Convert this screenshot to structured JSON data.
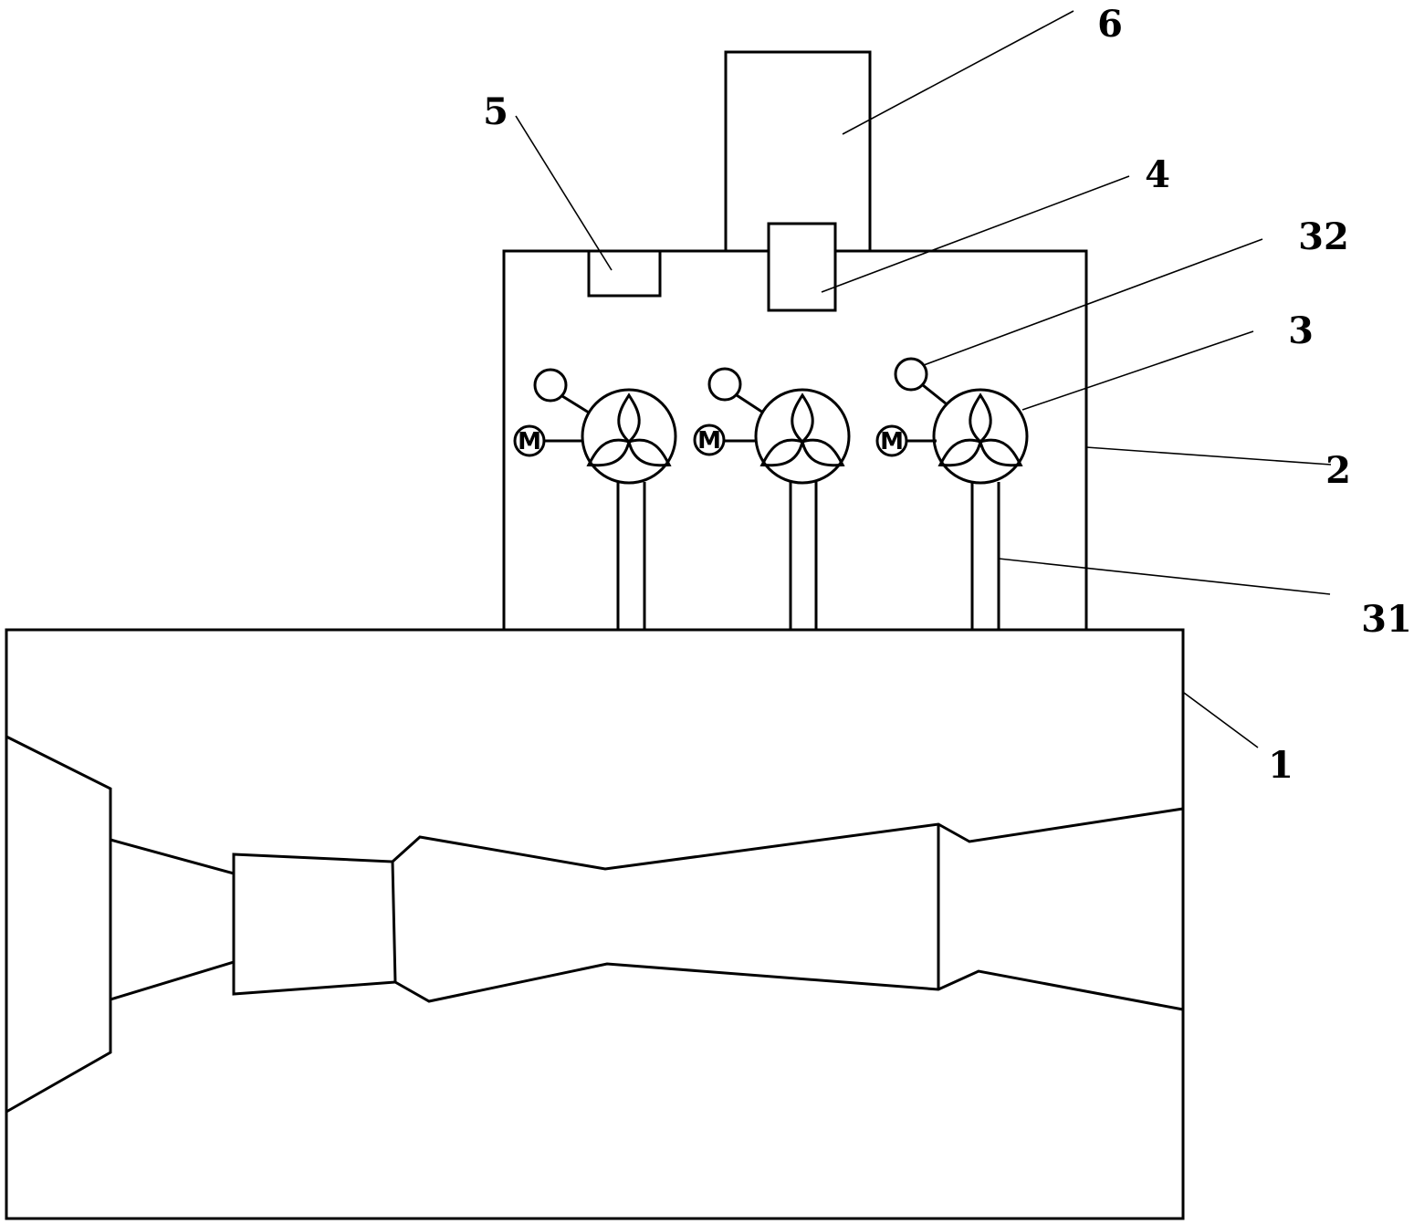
{
  "labels": {
    "l1": "1",
    "l2": "2",
    "l3": "3",
    "l4": "4",
    "l5": "5",
    "l6": "6",
    "l31": "31",
    "l32": "32"
  },
  "motor_label": "M",
  "colors": {
    "line": "#000000",
    "background": "#ffffff"
  }
}
